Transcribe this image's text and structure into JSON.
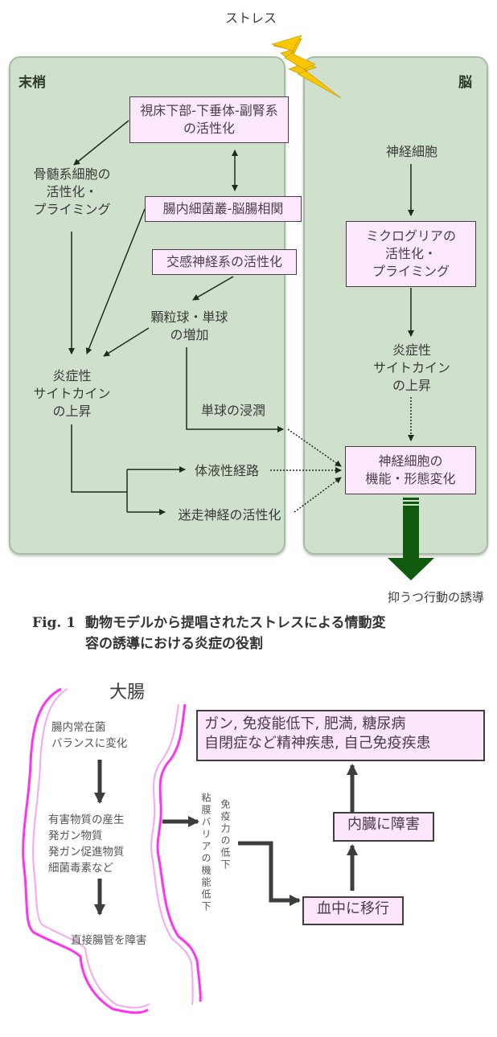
{
  "figure1": {
    "stress_label": "ストレス",
    "panels": {
      "peripheral": "末梢",
      "brain": "脳"
    },
    "nodes": {
      "hpa": [
        "視床下部-下垂体-副腎系",
        "の活性化"
      ],
      "gut_brain": "腸内細菌叢-脳腸相関",
      "sympathetic": "交感神経系の活性化",
      "bone_marrow": [
        "骨髄系細胞の",
        "活性化・",
        "プライミング"
      ],
      "granulocyte": [
        "顆粒球・単球",
        "の増加"
      ],
      "cytokine_periph": [
        "炎症性",
        "サイトカイン",
        "の上昇"
      ],
      "monocyte_infiltration": "単球の浸潤",
      "humoral": "体液性経路",
      "vagus": "迷走神経の活性化",
      "neuron": "神経細胞",
      "microglia": [
        "ミクログリアの",
        "活性化・",
        "プライミング"
      ],
      "cytokine_brain": [
        "炎症性",
        "サイトカイン",
        "の上昇"
      ],
      "neuron_change": [
        "神経細胞の",
        "機能・形態変化"
      ],
      "outcome": "抑うつ行動の誘導"
    },
    "caption": {
      "label": "Fig. 1",
      "text": [
        "動物モデルから提唱されたストレスによる情動変",
        "容の誘導における炎症の役割"
      ]
    },
    "colors": {
      "panel_fill": "#cfe0cc",
      "node_fill": "#fce8fb",
      "arrow": "#1f2b1d",
      "bolt": "#f7c400",
      "outcome_arrow": "#0f5a0c"
    }
  },
  "figure2": {
    "title": "大腸",
    "gut_texts": {
      "flora": [
        "腸内常在菌",
        "バランスに変化"
      ],
      "harmful": [
        "有害物質の産生",
        "発ガン物質",
        "発ガン促進物質",
        "細菌毒素など"
      ],
      "damage": "直接腸管を障害"
    },
    "vertical_labels": {
      "barrier": "粘膜バリアの機能低下",
      "immunity": "免疫力の低下"
    },
    "boxes": {
      "blood": "血中に移行",
      "organ": "内臓に障害",
      "diseases": [
        "ガン, 免疫能低下, 肥満, 糖尿病",
        "自閉症など精神疾患, 自己免疫疾患"
      ]
    },
    "colors": {
      "gut_wall_outer": "#ff33ee",
      "gut_wall_inner": "#f5a8f0",
      "box_fill": "#fbe6fa",
      "arrow": "#3d3d3d"
    }
  }
}
